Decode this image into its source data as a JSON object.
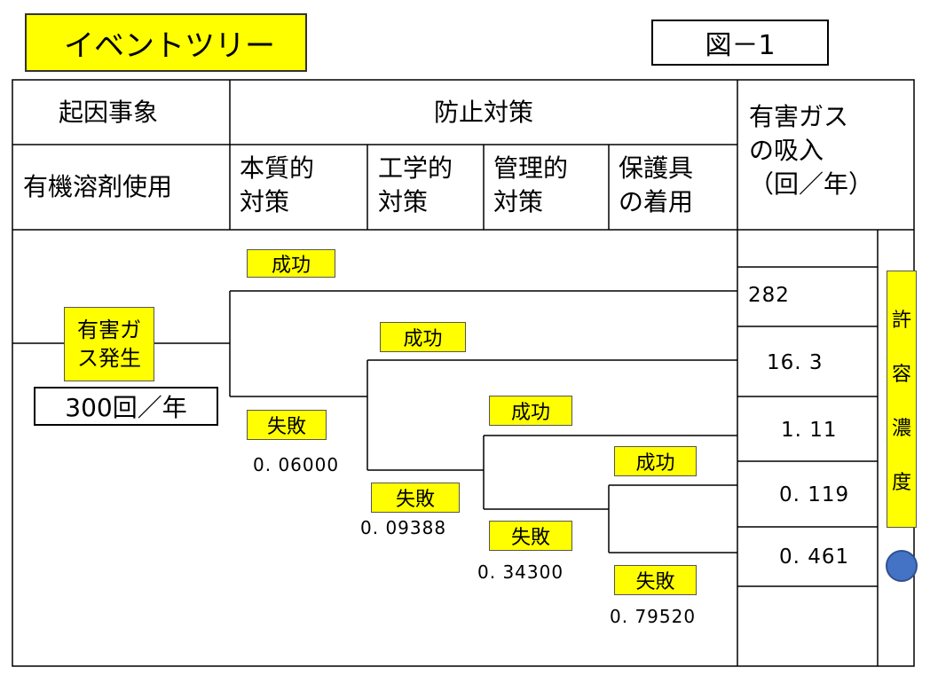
{
  "title": "イベントツリー",
  "figure_label": "図－1",
  "table": {
    "col_initiating": "起因事象",
    "col_prevention": "防止対策",
    "col_result": [
      "有害ガス",
      "の吸入",
      "（回／年）"
    ],
    "sub_initiating": "有機溶剤使用",
    "sub_measures": [
      [
        "本質的",
        "対策"
      ],
      [
        "工学的",
        "対策"
      ],
      [
        "管理的",
        "対策"
      ],
      [
        "保護具",
        "の着用"
      ]
    ]
  },
  "initiating_event": {
    "label": [
      "有害ガ",
      "ス発生"
    ],
    "rate": "300回／年"
  },
  "branches": {
    "success": "成功",
    "failure": "失敗"
  },
  "probabilities": [
    "0. 06000",
    "0. 09388",
    "0. 34300",
    "0. 79520"
  ],
  "results": [
    "282",
    "16. 3",
    "1. 11",
    "0. 119",
    "0. 461"
  ],
  "limit_label": [
    "許",
    "容",
    "濃",
    "度"
  ],
  "colors": {
    "highlight": "#ffff00",
    "marker": "#4472c4"
  }
}
